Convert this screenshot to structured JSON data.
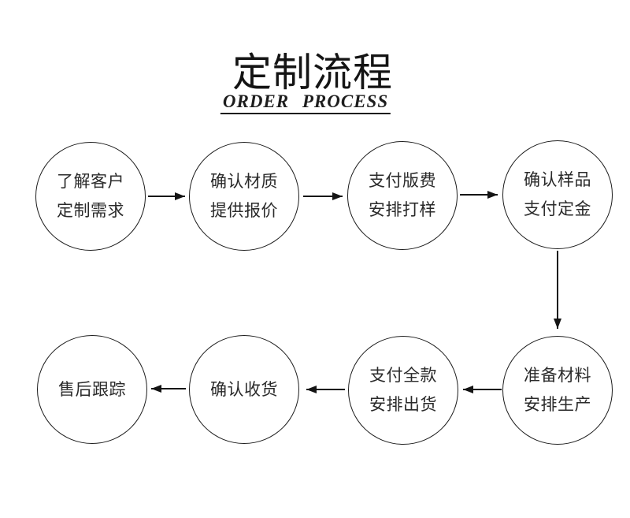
{
  "header": {
    "title": "定制流程",
    "subtitle": "ORDER PROCESS"
  },
  "flow": {
    "stroke_color": "#1c1c1c",
    "text_color": "#2a2a2a",
    "background_color": "#ffffff",
    "steps": [
      {
        "lines": [
          "了解客户",
          "定制需求"
        ]
      },
      {
        "lines": [
          "确认材质",
          "提供报价"
        ]
      },
      {
        "lines": [
          "支付版费",
          "安排打样"
        ]
      },
      {
        "lines": [
          "确认样品",
          "支付定金"
        ]
      },
      {
        "lines": [
          "准备材料",
          "安排生产"
        ]
      },
      {
        "lines": [
          "支付全款",
          "安排出货"
        ]
      },
      {
        "lines": [
          "确认收货"
        ]
      },
      {
        "lines": [
          "售后跟踪"
        ]
      }
    ],
    "connections": [
      "step1->step2",
      "step2->step3",
      "step3->step4",
      "step4->step5",
      "step5->step6",
      "step6->step7",
      "step7->step8"
    ]
  }
}
